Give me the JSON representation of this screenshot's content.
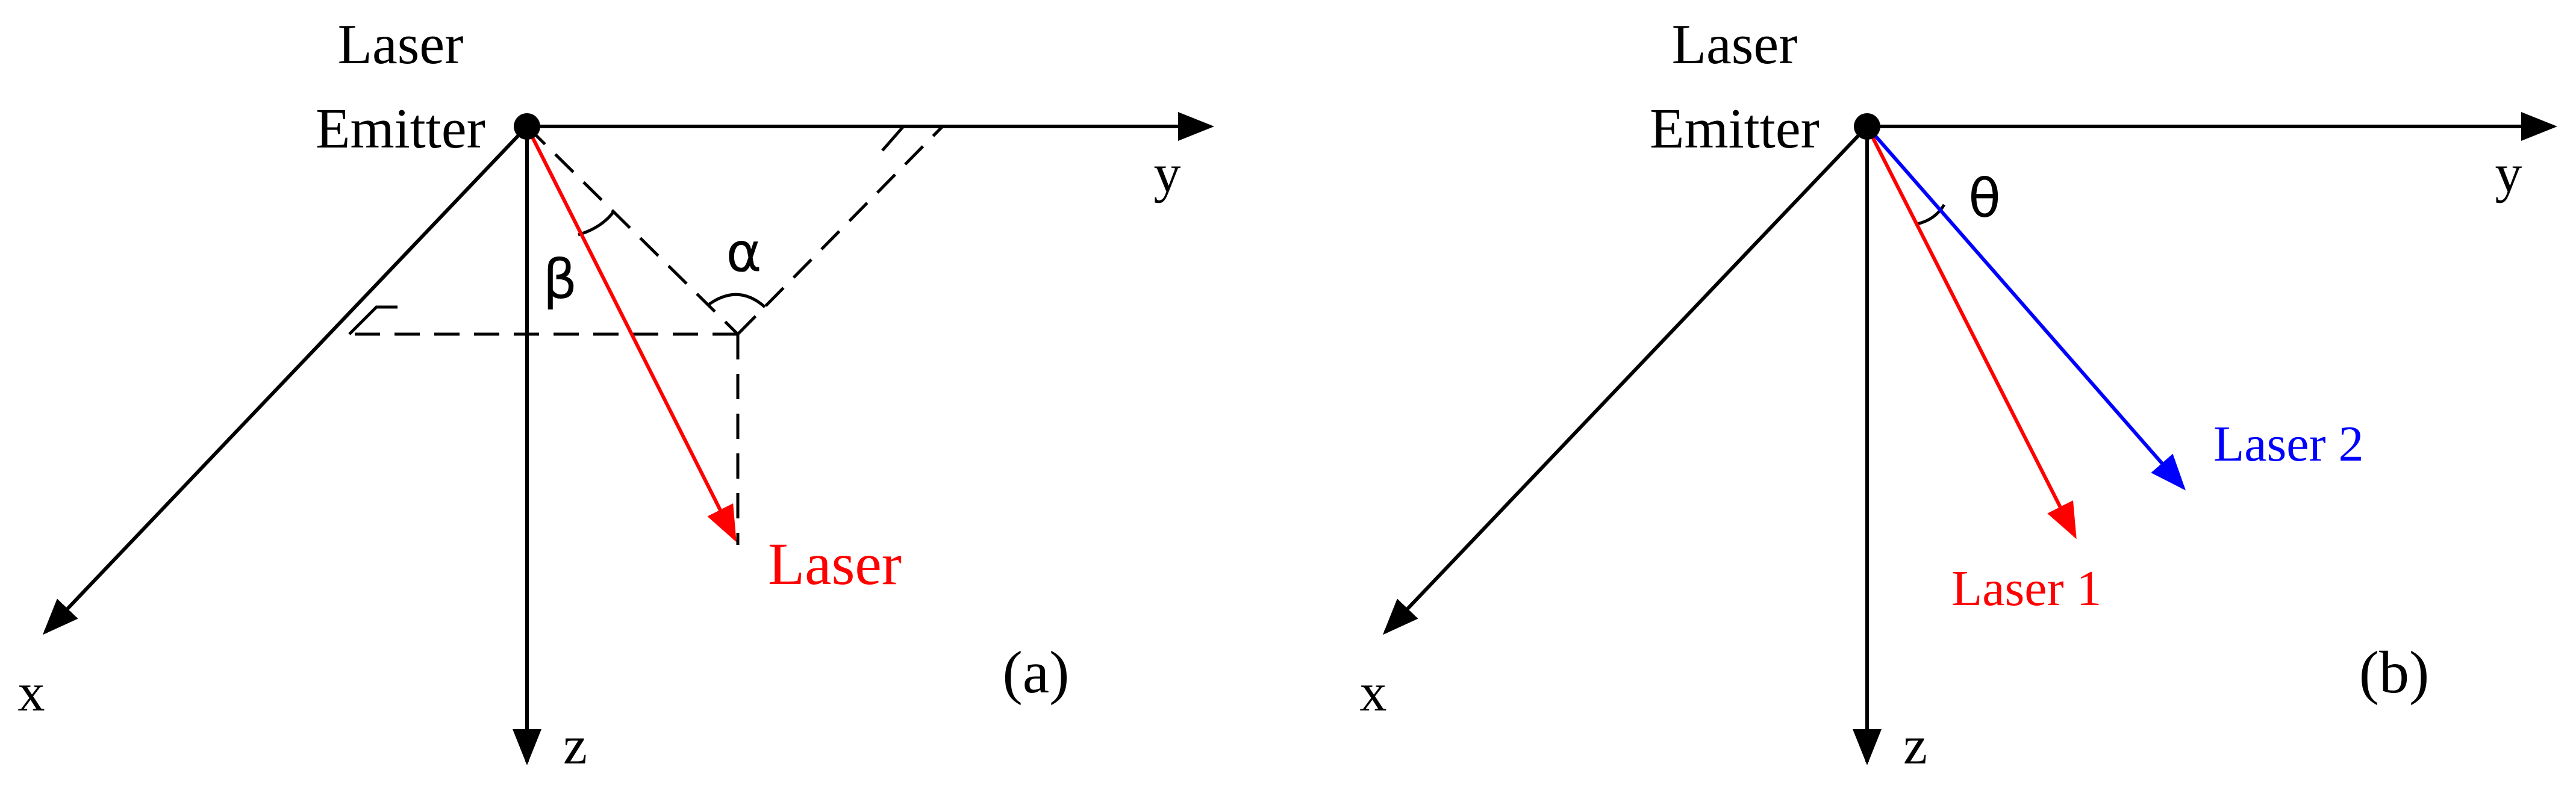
{
  "panel_a": {
    "emitter_label_line1": "Laser",
    "emitter_label_line2": "Emitter",
    "axis_x": "x",
    "axis_y": "y",
    "axis_z": "z",
    "angle_alpha": "α",
    "angle_beta": "β",
    "laser_label": "Laser",
    "panel_label": "(a)"
  },
  "panel_b": {
    "emitter_label_line1": "Laser",
    "emitter_label_line2": "Emitter",
    "axis_x": "x",
    "axis_y": "y",
    "axis_z": "z",
    "angle_theta": "θ",
    "laser1_label": "Laser 1",
    "laser2_label": "Laser 2",
    "panel_label": "(b)"
  },
  "colors": {
    "axis": "#000000",
    "laser": "#ff0000",
    "laser_2": "#0000ff"
  }
}
